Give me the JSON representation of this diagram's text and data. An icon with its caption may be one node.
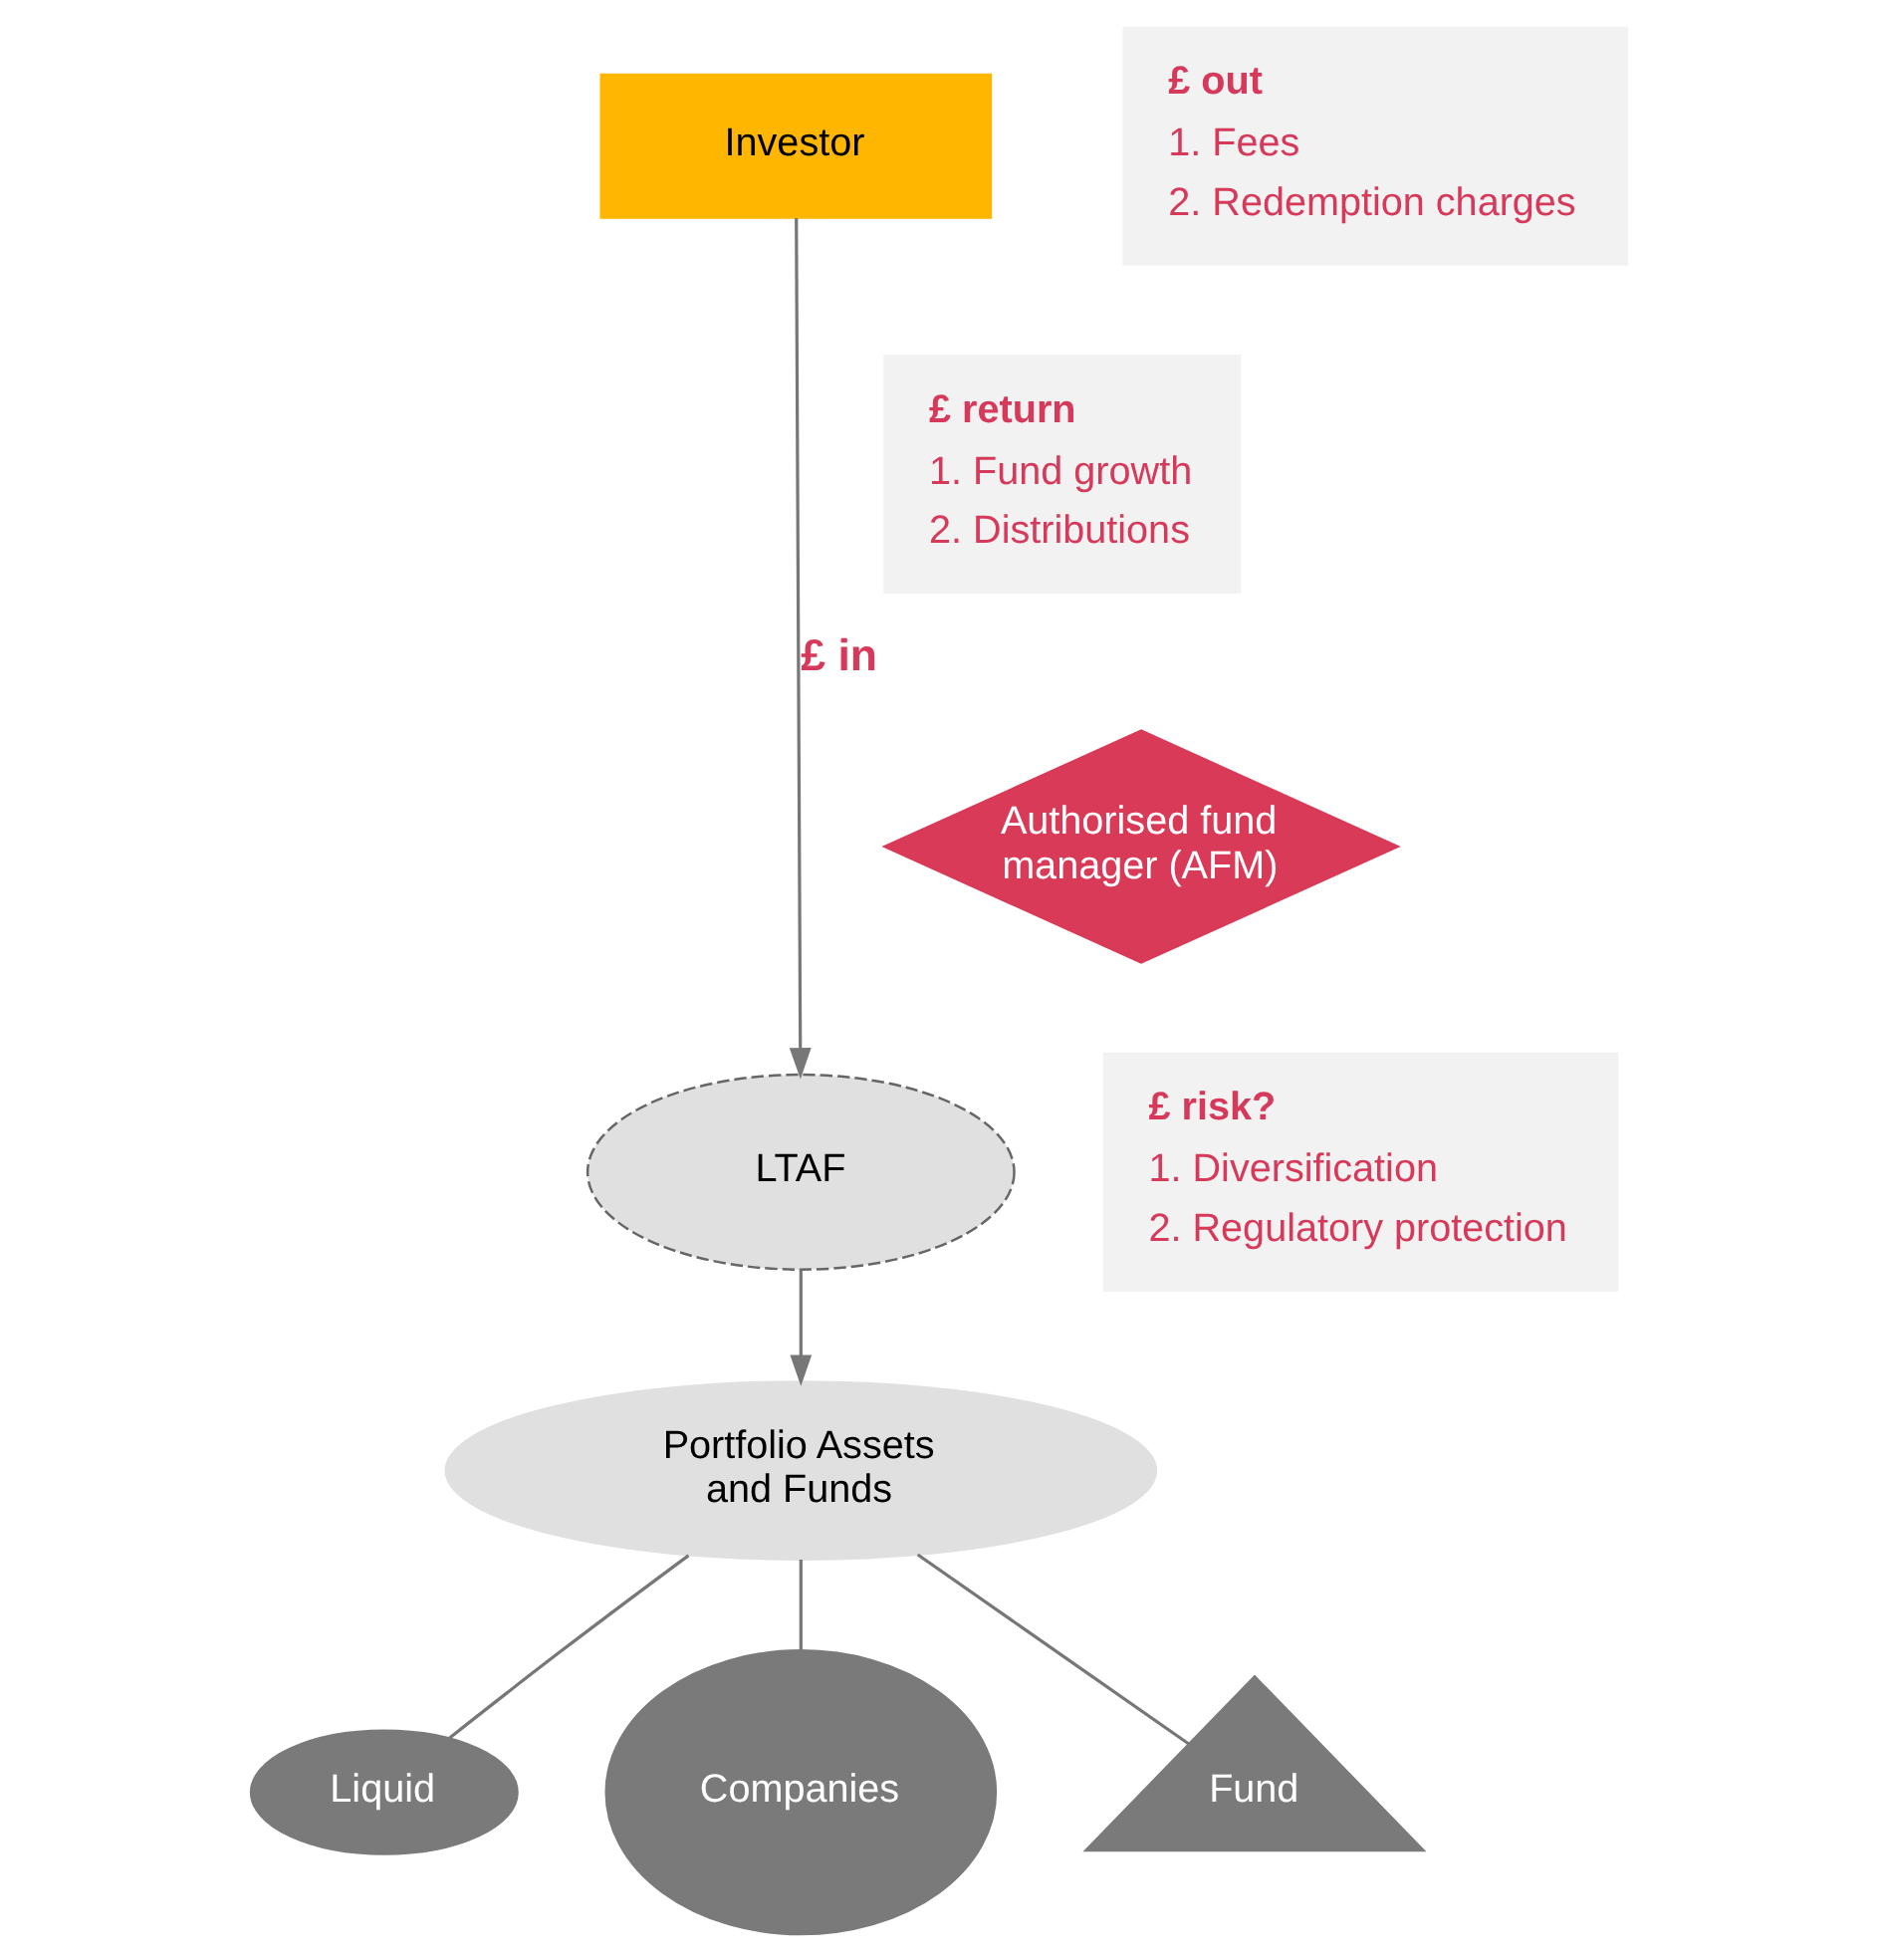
{
  "diagram": {
    "nodes": [
      {
        "text": [
          "Investor"
        ]
      },
      {
        "text": [
          "£ out",
          "1. Fees",
          "2. Redemption charges"
        ]
      },
      {
        "text": [
          "£ return",
          "1. Fund growth",
          "2. Distributions"
        ]
      },
      {
        "text": [
          "Authorised fund manager (AFM)"
        ]
      },
      {
        "text": [
          "LTAF"
        ]
      },
      {
        "text": [
          "£ risk?",
          "1. Diversification",
          "2. Regulatory protection"
        ]
      },
      {
        "text": [
          "Portfolio Assets and Funds"
        ]
      },
      {
        "text": [
          "Liquid"
        ]
      },
      {
        "text": [
          "Companies"
        ]
      },
      {
        "text": [
          "Fund"
        ]
      }
    ],
    "edges": [
      {
        "from": 0,
        "to": 4,
        "arrow": "to",
        "label": "£ in"
      },
      {
        "from": 4,
        "to": 6,
        "arrow": "to"
      },
      {
        "from": 6,
        "to": 7,
        "arrow": "none"
      },
      {
        "from": 6,
        "to": 8,
        "arrow": "none"
      },
      {
        "from": 6,
        "to": 9,
        "arrow": "none"
      }
    ]
  }
}
